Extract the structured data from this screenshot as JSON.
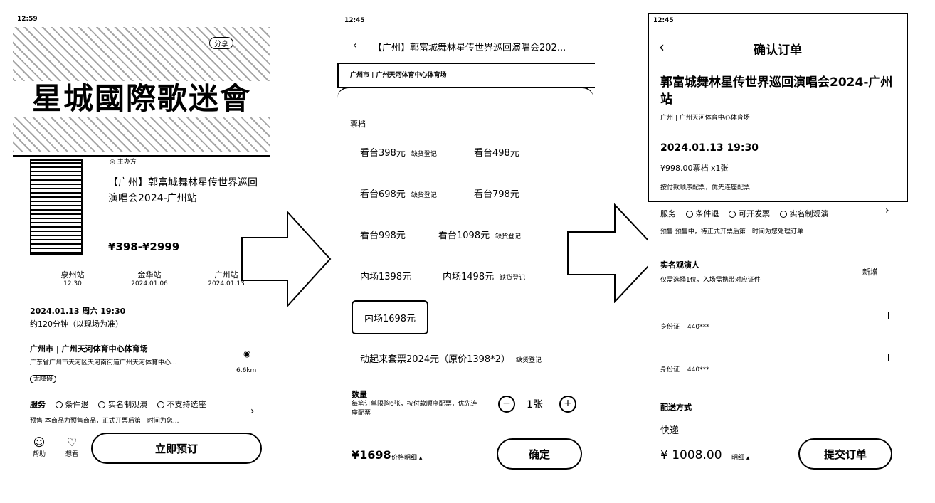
{
  "screen1": {
    "status_time": "12:59",
    "hero_text": "星城國際歌迷會",
    "share_label": "分享",
    "organizer_label": "主办方",
    "event_title": "【广州】郭富城舞林星传世界巡回演唱会2024-广州站",
    "price_range": "¥398-¥2999",
    "stations": [
      {
        "name": "泉州站",
        "date": "12.30"
      },
      {
        "name": "金华站",
        "date": "2024.01.06"
      },
      {
        "name": "广州站",
        "date": "2024.01.13"
      }
    ],
    "datetime": "2024.01.13 周六 19:30",
    "duration": "约120分钟（以现场为准）",
    "venue_name": "广州市 | 广州天河体育中心体育场",
    "venue_address": "广东省广州市天河区天河南街道广州天河体育中心...",
    "venue_tag": "无障碍",
    "distance": "6.6km",
    "service_label": "服务",
    "services": [
      "条件退",
      "实名制观演",
      "不支持选座"
    ],
    "presale_note": "预售 本商品为预售商品，正式开票后第一时间为您...",
    "help_label": "帮助",
    "want_label": "想看",
    "buy_button": "立即预订"
  },
  "screen2": {
    "status_time": "12:45",
    "header_title": "【广州】郭富城舞林星传世界巡回演唱会202...",
    "venue_line": "广州市 | 广州天河体育中心体育场",
    "tier_section_label": "票档",
    "tiers": [
      {
        "label": "看台398元",
        "tag": "缺货登记"
      },
      {
        "label": "看台498元",
        "tag": ""
      },
      {
        "label": "看台698元",
        "tag": "缺货登记"
      },
      {
        "label": "看台798元",
        "tag": ""
      },
      {
        "label": "看台998元",
        "tag": ""
      },
      {
        "label": "看台1098元",
        "tag": "缺货登记"
      },
      {
        "label": "内场1398元",
        "tag": ""
      },
      {
        "label": "内场1498元",
        "tag": "缺货登记"
      },
      {
        "label": "内场1698元",
        "tag": ""
      },
      {
        "label": "动起来套票2024元（原价1398*2）",
        "tag": "缺货登记"
      }
    ],
    "quantity_label": "数量",
    "quantity_note": "每笔订单限购6张，按付款顺序配票，优先连座配票",
    "quantity_value": "1张",
    "total_price": "¥1698",
    "price_detail_label": "价格明细",
    "confirm_button": "确定"
  },
  "screen3": {
    "status_time": "12:45",
    "page_title": "确认订单",
    "event_title": "郭富城舞林星传世界巡回演唱会2024-广州站",
    "venue_line": "广州 | 广州天河体育中心体育场",
    "datetime": "2024.01.13 19:30",
    "ticket_line": "¥998.00票档 x1张",
    "note_line": "按付款顺序配票，优先连座配票",
    "service_label": "服务",
    "services": [
      "条件退",
      "可开发票",
      "实名制观演"
    ],
    "presale_label": "预售",
    "presale_note": "预售中，待正式开票后第一时间为您处理订单",
    "attendee_title": "实名观演人",
    "attendee_add": "新增",
    "attendee_note": "仅需选择1位，入场需携带对应证件",
    "attendees": [
      {
        "id_type": "身份证",
        "id_masked": "440***"
      },
      {
        "id_type": "身份证",
        "id_masked": "440***"
      }
    ],
    "delivery_title": "配送方式",
    "delivery_value": "快递",
    "total_price": "¥ 1008.00",
    "detail_label": "明细",
    "submit_button": "提交订单"
  }
}
